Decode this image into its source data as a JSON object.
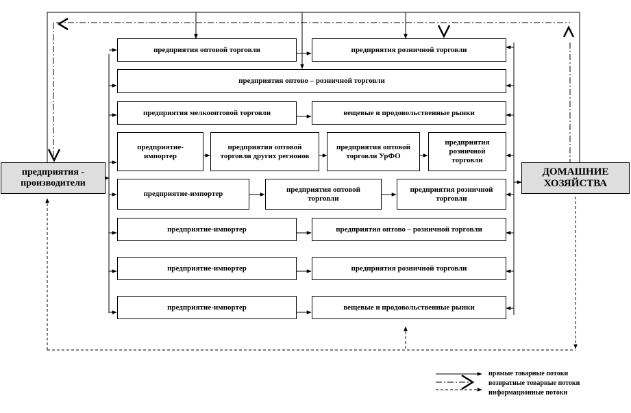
{
  "producers": "предприятия - производители",
  "households": "ДОМАШНИЕ ХОЗЯЙСТВА",
  "row1": {
    "wholesale": "предприятия оптовой торговли",
    "retail": "предприятия розничной торговли"
  },
  "row2": {
    "wholesale_retail": "предприятия оптово – розничной торговли"
  },
  "row3": {
    "small_wholesale": "предприятия мелкооптовой торговли",
    "markets": "вещевые и продовольственные рынки"
  },
  "row4": {
    "importer": "предприятие-импортер",
    "other_regions": "предприятия оптовой торговли других регионов",
    "urfo": "предприятия оптовой торговли УрФО",
    "retail": "предприятия розничной торговли"
  },
  "row5": {
    "importer": "предприятие-импортер",
    "wholesale": "предприятия оптовой торговли",
    "retail": "предприятия розничной торговли"
  },
  "row6": {
    "importer": "предприятие-импортер",
    "wholesale_retail": "предприятия оптово – розничной торговли"
  },
  "row7": {
    "importer": "предприятие-импортер",
    "retail": "предприятия розничной торговли"
  },
  "row8": {
    "importer": "предприятие-импортер",
    "markets": "вещевые и продовольственные рынки"
  },
  "legend": {
    "direct": "прямые товарные потоки",
    "return": "возвратные товарные потоки",
    "info": "информационные потоки"
  }
}
